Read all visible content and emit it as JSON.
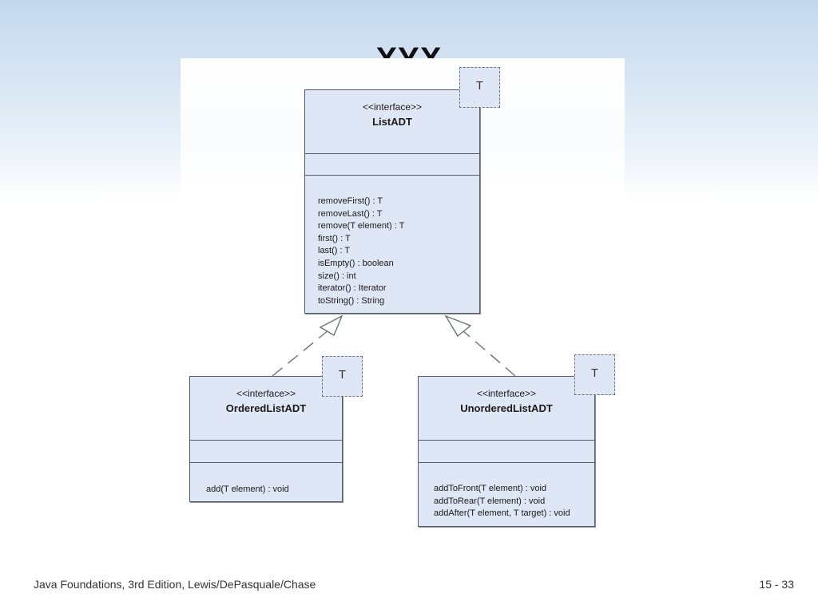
{
  "slide": {
    "title": "XYX",
    "footer_left": "Java Foundations, 3rd Edition, Lewis/DePasquale/Chase",
    "footer_right": "15 - 33"
  },
  "diagram": {
    "list_adt": {
      "stereotype": "<<interface>>",
      "name": "ListADT",
      "type_param": "T",
      "operations": [
        "removeFirst() : T",
        "removeLast() : T",
        "remove(T element) : T",
        "first() : T",
        "last() : T",
        "isEmpty() : boolean",
        "size() : int",
        "iterator() : Iterator",
        "toString() : String"
      ]
    },
    "ordered_list_adt": {
      "stereotype": "<<interface>>",
      "name": "OrderedListADT",
      "type_param": "T",
      "operations": [
        "add(T element) : void"
      ]
    },
    "unordered_list_adt": {
      "stereotype": "<<interface>>",
      "name": "UnorderedListADT",
      "type_param": "T",
      "operations": [
        "addToFront(T element) : void",
        "addToRear(T element) : void",
        "addAfter(T element, T target) : void"
      ]
    },
    "colors": {
      "box_fill": "#dfe6f5",
      "box_border": "#555b66",
      "slide_top": "#c4d8ee"
    }
  }
}
